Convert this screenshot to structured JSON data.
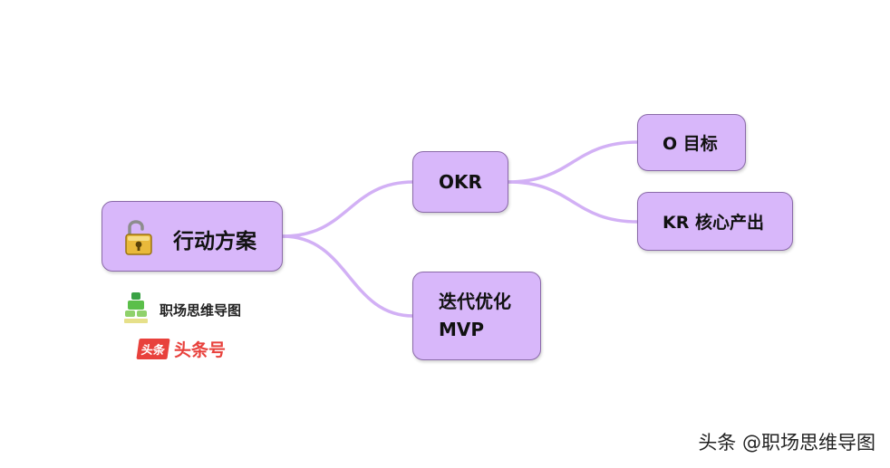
{
  "mindmap": {
    "root": {
      "label": "行动方案",
      "icon": "unlocked-padlock-icon"
    },
    "branches": [
      {
        "label": "OKR",
        "children": [
          {
            "label": "O 目标"
          },
          {
            "label": "KR 核心产出"
          }
        ]
      },
      {
        "label_lines": [
          "迭代优化",
          "MVP"
        ],
        "children": []
      }
    ],
    "colors": {
      "node_fill": "#d8b7fa",
      "node_border": "#8a6aa8",
      "link": "#d2b0f5"
    }
  },
  "branding": {
    "logo_caption": "职场思维导图",
    "badge_text": "头条",
    "platform_name": "头条号",
    "watermark": "头条 @职场思维导图"
  }
}
